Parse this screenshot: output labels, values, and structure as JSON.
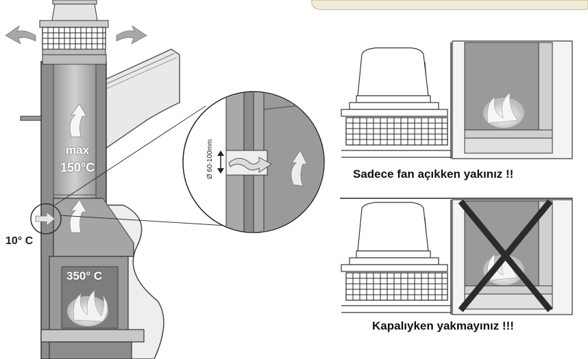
{
  "labels": {
    "max": "max",
    "flue_temp": "150°C",
    "outside_temp": "10° C",
    "fire_temp": "350° C",
    "pipe_diameter": "Ø 60-100mm"
  },
  "captions": {
    "correct": "Sadece fan açıkken yakınız !!",
    "wrong": "Kapalıyken yakmayınız !!!"
  },
  "colors": {
    "chimney_gray": "#8c8c8c",
    "flue_light": "#b8b8b8",
    "roof_gray": "#e9e9e9",
    "outline": "#333333",
    "cross": "#2b2b2b"
  }
}
